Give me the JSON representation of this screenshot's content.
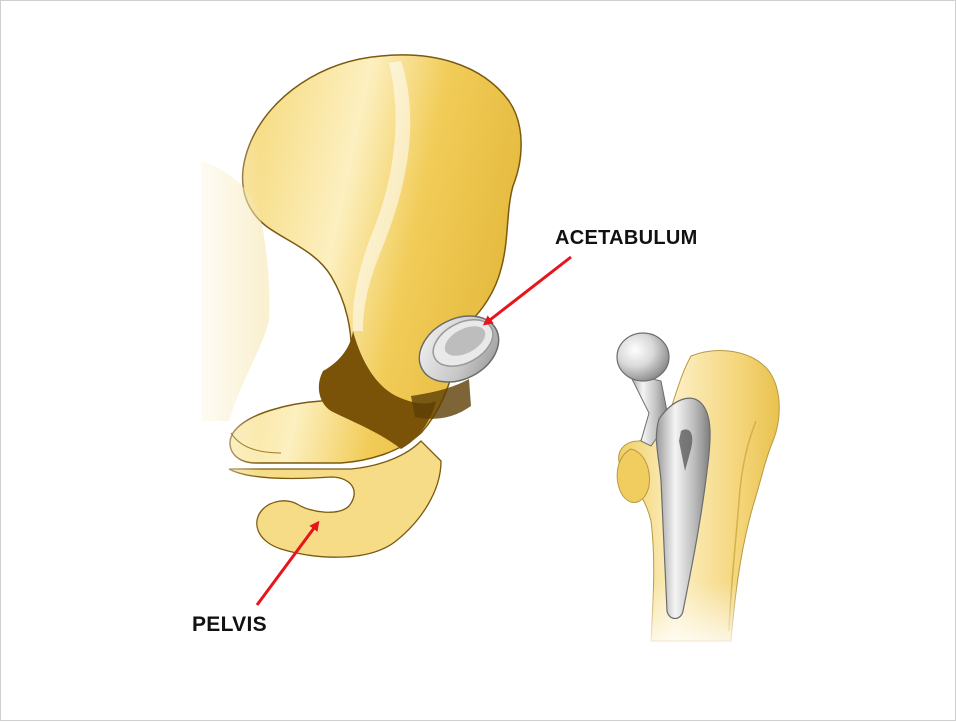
{
  "labels": {
    "acetabulum": "ACETABULUM",
    "pelvis": "PELVIS"
  },
  "colors": {
    "bone_light": "#fbeab0",
    "bone_mid": "#f2cf62",
    "bone_dark": "#e2b53a",
    "bone_shadow": "#7a5208",
    "arrow": "#e8141b",
    "implant_light": "#f1f1f1",
    "implant_dark": "#8d8d8d"
  },
  "illustration": {
    "parts": [
      "pelvis",
      "acetabulum-cup",
      "femur",
      "hip-stem-implant",
      "femoral-head-ball"
    ]
  }
}
